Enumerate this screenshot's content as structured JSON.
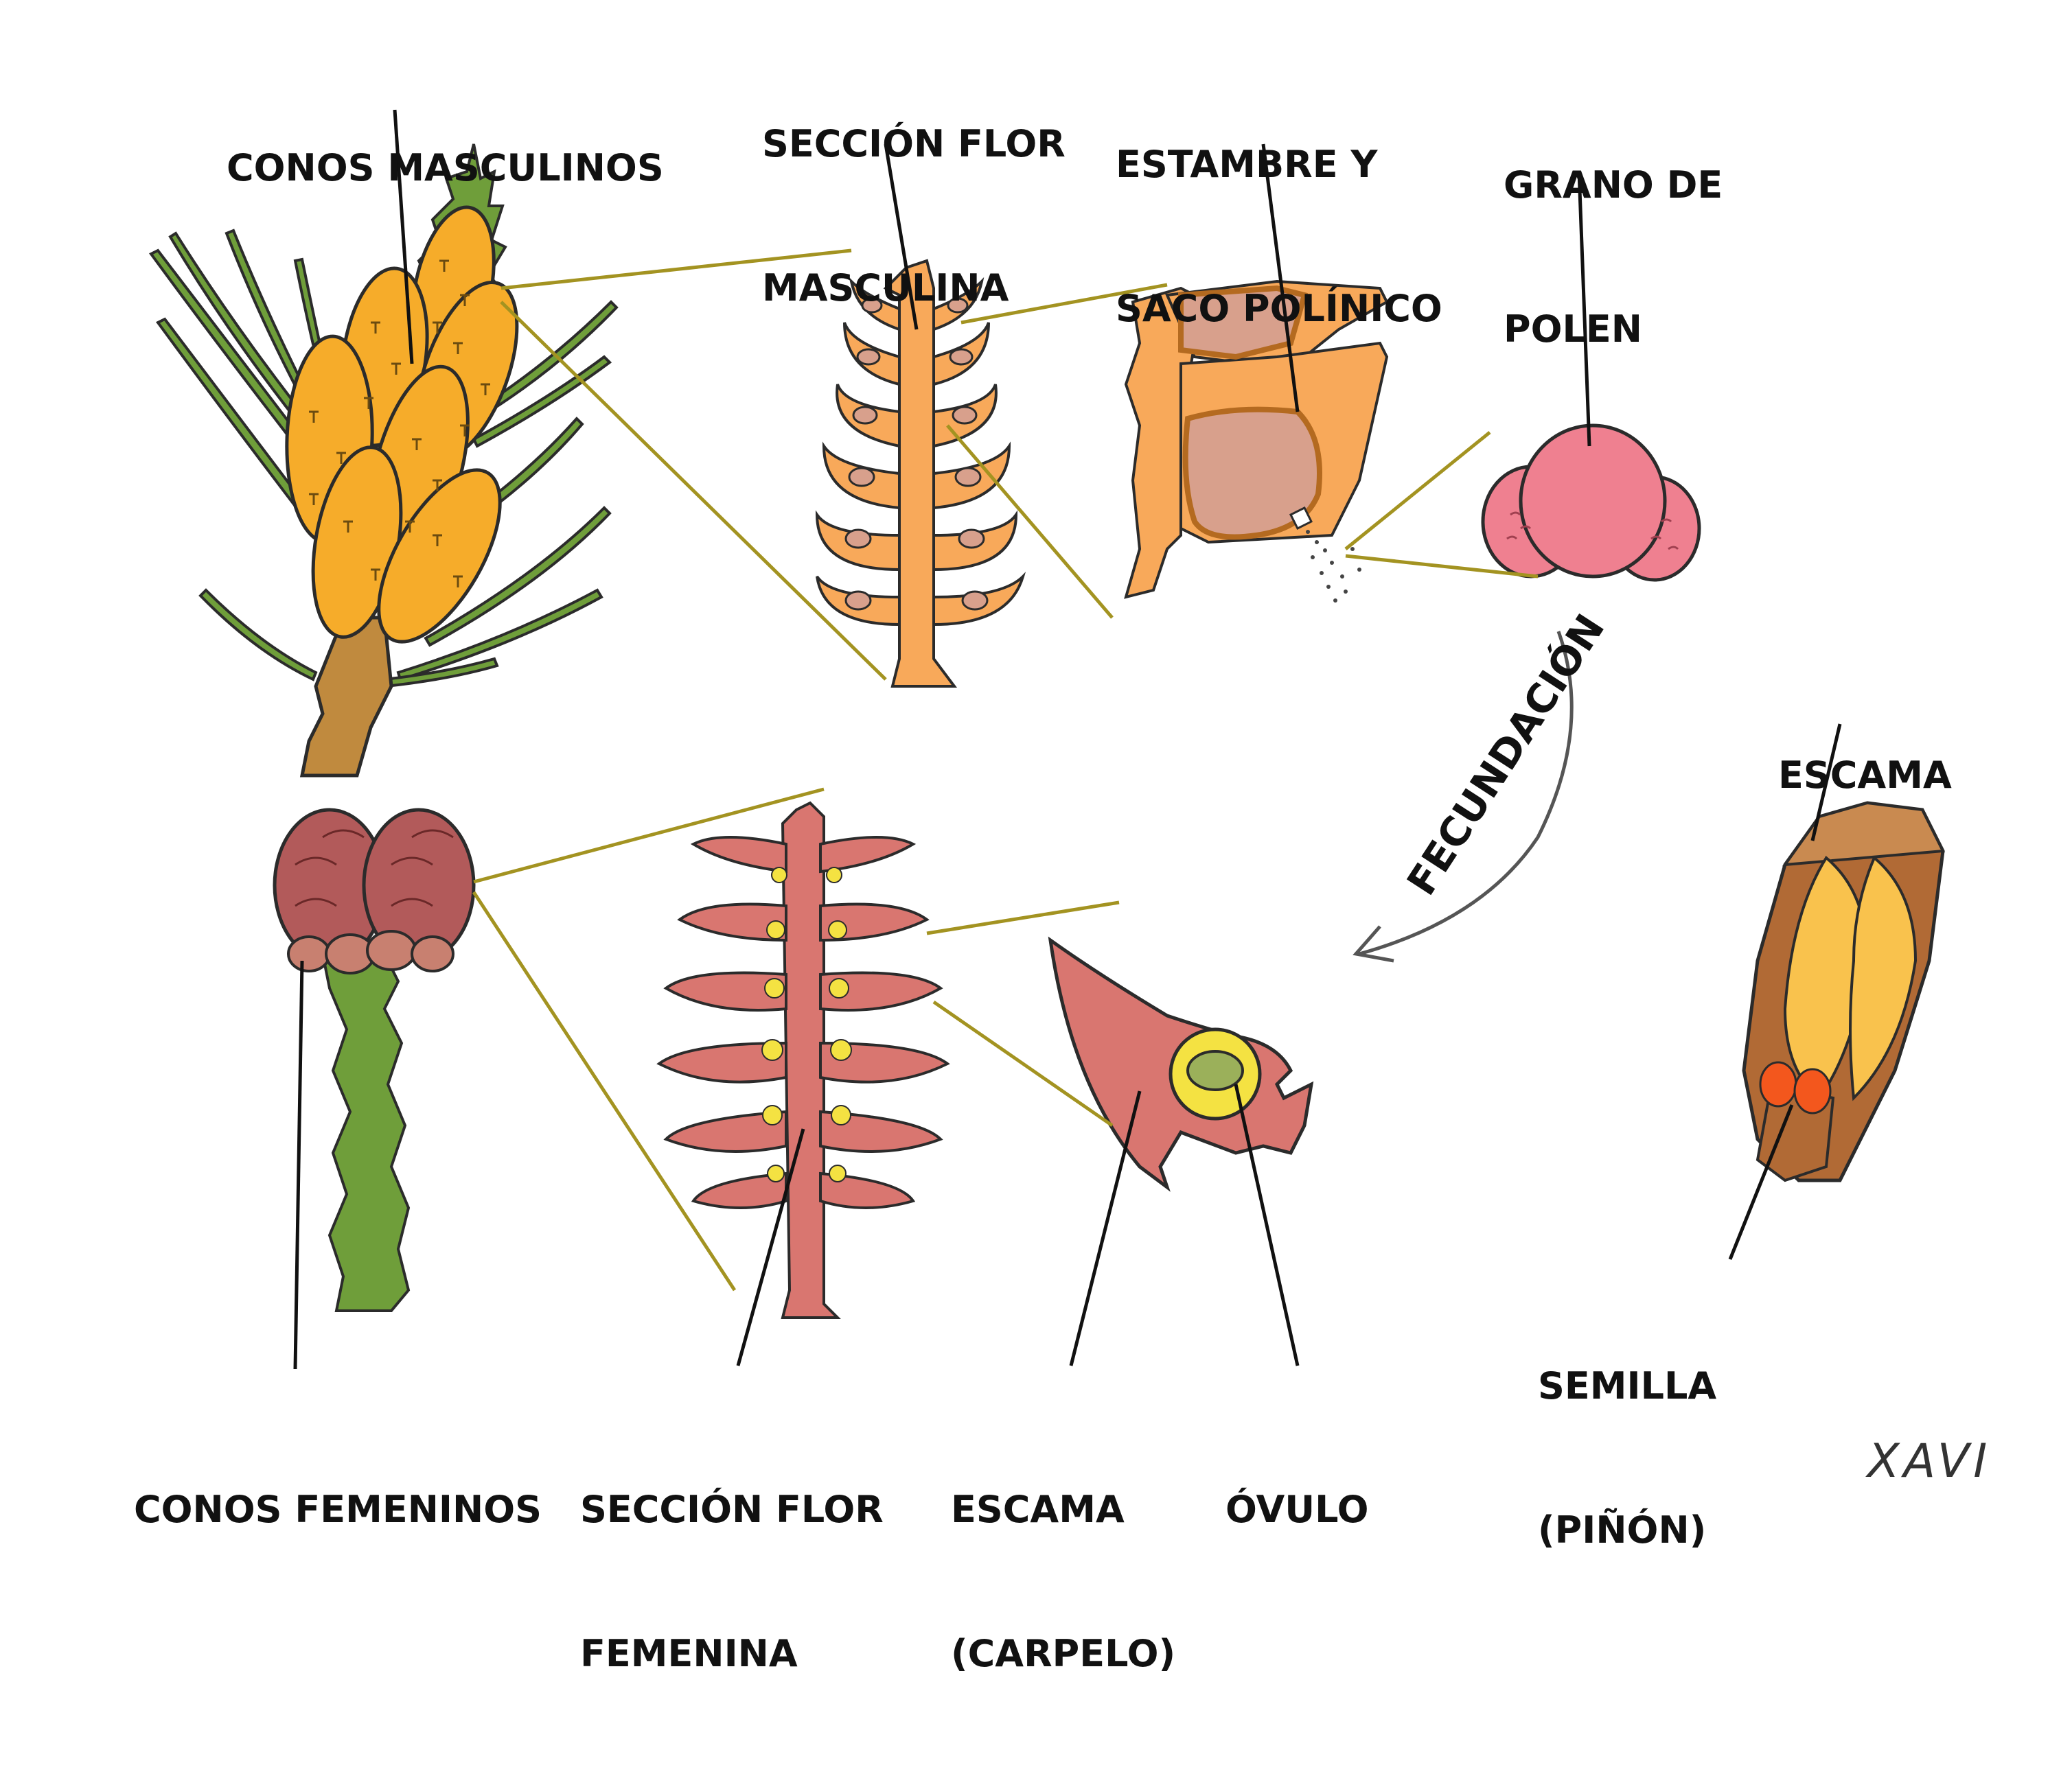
{
  "labels": {
    "male_cones": "CONOS MASCULINOS",
    "male_section_1": "SECCIÓN FLOR",
    "male_section_2": "MASCULINA",
    "stamen_1": "ESTAMBRE Y",
    "stamen_2": "SACO POLÍNICO",
    "pollen_1": "GRANO DE",
    "pollen_2": "POLEN",
    "scale_top": "ESCAMA",
    "fecundation": "FECUNDACIÓN",
    "seed_1": "SEMILLA",
    "seed_2": "(PIÑÓN)",
    "female_cones": "CONOS FEMENINOS",
    "female_section_1": "SECCIÓN FLOR",
    "female_section_2": "FEMENINA",
    "carpel_1": "ESCAMA",
    "carpel_2": "(CARPELO)",
    "ovule": "ÓVULO",
    "signature": "XAVI"
  },
  "colors": {
    "leader_line": "#111111",
    "zoom_line": "#a39321",
    "male_cone": "#f6ac2a",
    "needle": "#6f9e3a",
    "branch": "#c08a3e",
    "male_section": "#f8a95a",
    "sac": "#d8a08c",
    "pollen": "#ef8090",
    "female_cone": "#b25a5a",
    "female_section": "#d97670",
    "ovule_ring": "#f4e242",
    "embryo": "#9bb05a",
    "seed_scale": "#b16a35",
    "seed_wing": "#f9c24d",
    "seed": "#f3571d",
    "female_stem": "#6f9e3a"
  }
}
